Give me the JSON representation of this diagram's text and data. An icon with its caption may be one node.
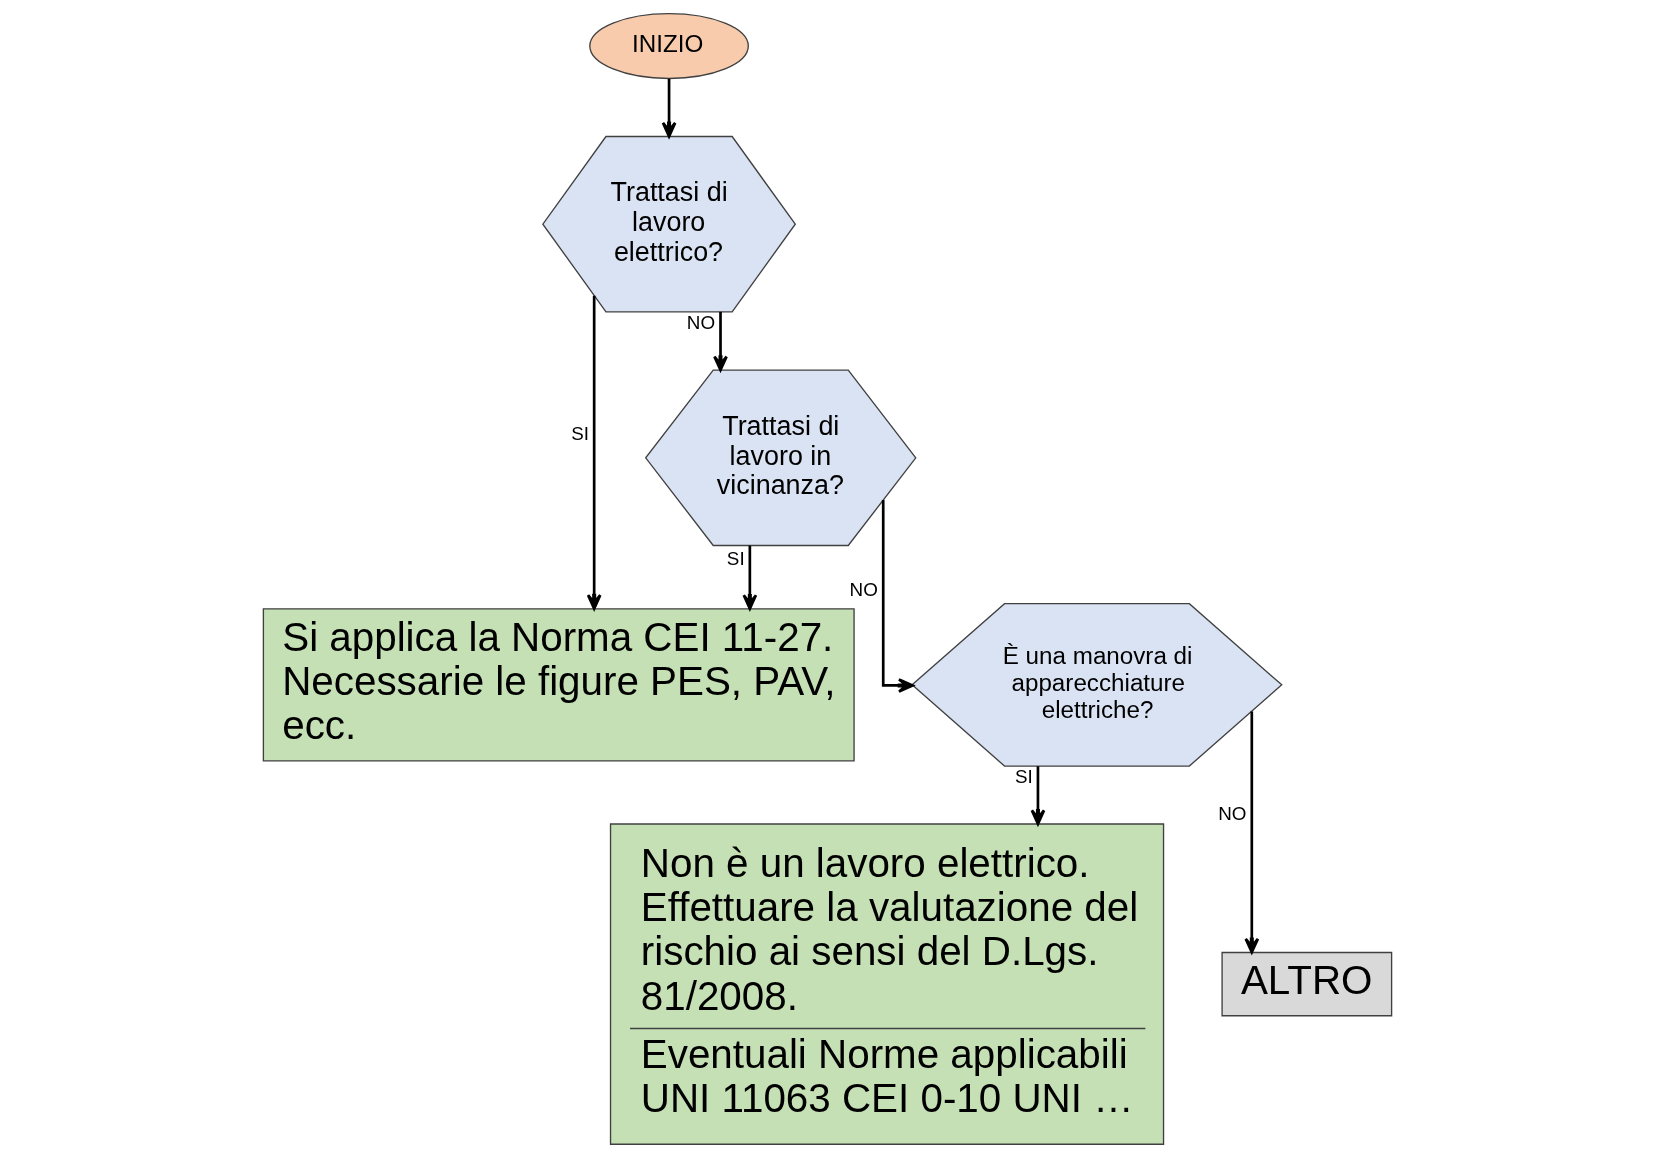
{
  "diagram": {
    "nodes": [
      {
        "text": [
          "INIZIO"
        ]
      },
      {
        "text": [
          "Trattasi di lavoro elettrico?"
        ]
      },
      {
        "text": [
          "Trattasi di lavoro in vicinanza?"
        ]
      },
      {
        "text": [
          "Si applica la Norma CEI 11-27.",
          "Necessarie le figure PES, PAV, ecc."
        ]
      },
      {
        "text": [
          "È una manovra di apparecchiature elettriche?"
        ]
      },
      {
        "text": [
          "Non è un lavoro elettrico. Effettuare la valutazione del rischio ai sensi del D.Lgs. 81/2008.",
          "Eventuali Norme applicabili UNI 11063 CEI 0-10 UNI …"
        ]
      },
      {
        "text": [
          "ALTRO"
        ]
      }
    ],
    "edges": [
      {
        "from": 0,
        "to": 1,
        "arrow": "to"
      },
      {
        "from": 1,
        "to": 3,
        "arrow": "to",
        "label": "SI"
      },
      {
        "from": 1,
        "to": 2,
        "arrow": "to",
        "label": "NO"
      },
      {
        "from": 2,
        "to": 3,
        "arrow": "to",
        "label": "SI"
      },
      {
        "from": 2,
        "to": 4,
        "arrow": "to",
        "label": "NO"
      },
      {
        "from": 4,
        "to": 5,
        "arrow": "to",
        "label": "SI"
      },
      {
        "from": 4,
        "to": 6,
        "arrow": "to",
        "label": "NO"
      }
    ]
  }
}
